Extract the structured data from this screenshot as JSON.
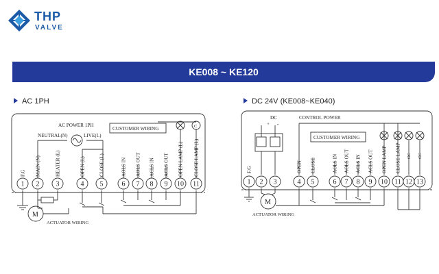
{
  "logo": {
    "thp": "THP",
    "valve": "VALVE"
  },
  "banner": {
    "title": "KE008 ~ KE120"
  },
  "ac": {
    "heading": "AC 1PH",
    "power_label": "AC POWER 1PH",
    "neutral": "NEUTRAL(N)",
    "live": "LIVE(L)",
    "customer": "CUSTOMER WIRING",
    "actuator": "ACTUATOR WIRING",
    "motor": "M",
    "lamp_open": "O",
    "lamp_close": "C",
    "terminals": [
      {
        "num": "1",
        "label": "F.G"
      },
      {
        "num": "2",
        "label": "MAIN (N)"
      },
      {
        "num": "3",
        "label": "HEATER (L)"
      },
      {
        "num": "4",
        "label": "OPEN (L)"
      },
      {
        "num": "5",
        "label": "CLOSE (L)"
      },
      {
        "num": "6",
        "label": "AOLS IN"
      },
      {
        "num": "7",
        "label": "AOLS OUT"
      },
      {
        "num": "8",
        "label": "ACLS IN"
      },
      {
        "num": "9",
        "label": "ACLS OUT"
      },
      {
        "num": "10",
        "label": "OPEN LAMP (L)"
      },
      {
        "num": "11",
        "label": "CLOSE LAMP (L)"
      }
    ]
  },
  "dc": {
    "heading": "DC 24V (KE008~KE040)",
    "dc_label": "DC",
    "control": "CONTROL POWER",
    "customer": "CUSTOMER WIRING",
    "actuator": "ACTUATOR WIRING",
    "motor": "M",
    "plus": "+",
    "minus": "-",
    "lamp_open": "O",
    "lamp_close": "C",
    "lamp_oc": "OC",
    "lamp_cc": "CC",
    "terminals": [
      {
        "num": "1",
        "label": "F.G"
      },
      {
        "num": "2",
        "label": ""
      },
      {
        "num": "3",
        "label": ""
      },
      {
        "num": "4",
        "label": "OPEN"
      },
      {
        "num": "5",
        "label": "CLOSE"
      },
      {
        "num": "6",
        "label": "AOLS IN"
      },
      {
        "num": "7",
        "label": "AOLS OUT"
      },
      {
        "num": "8",
        "label": "ACLS IN"
      },
      {
        "num": "9",
        "label": "ACLS OUT"
      },
      {
        "num": "10",
        "label": "OPEN LAMP"
      },
      {
        "num": "11",
        "label": "CLOSE LAMP"
      },
      {
        "num": "12",
        "label": ""
      },
      {
        "num": "13",
        "label": ""
      }
    ]
  },
  "colors": {
    "brand": "#1b5aa6",
    "banner": "#233a9b",
    "line": "#333333"
  }
}
